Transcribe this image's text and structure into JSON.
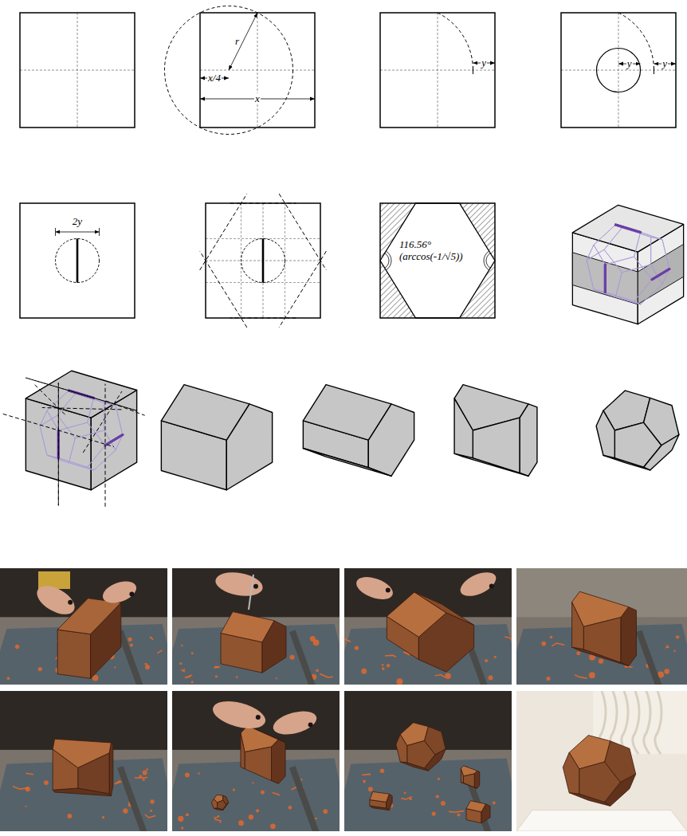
{
  "diagram": {
    "labels": [
      "r",
      "x/4",
      "x",
      "y",
      "y",
      "y",
      "2y",
      "116.56°",
      "(arccos(-1/√5))"
    ]
  }
}
